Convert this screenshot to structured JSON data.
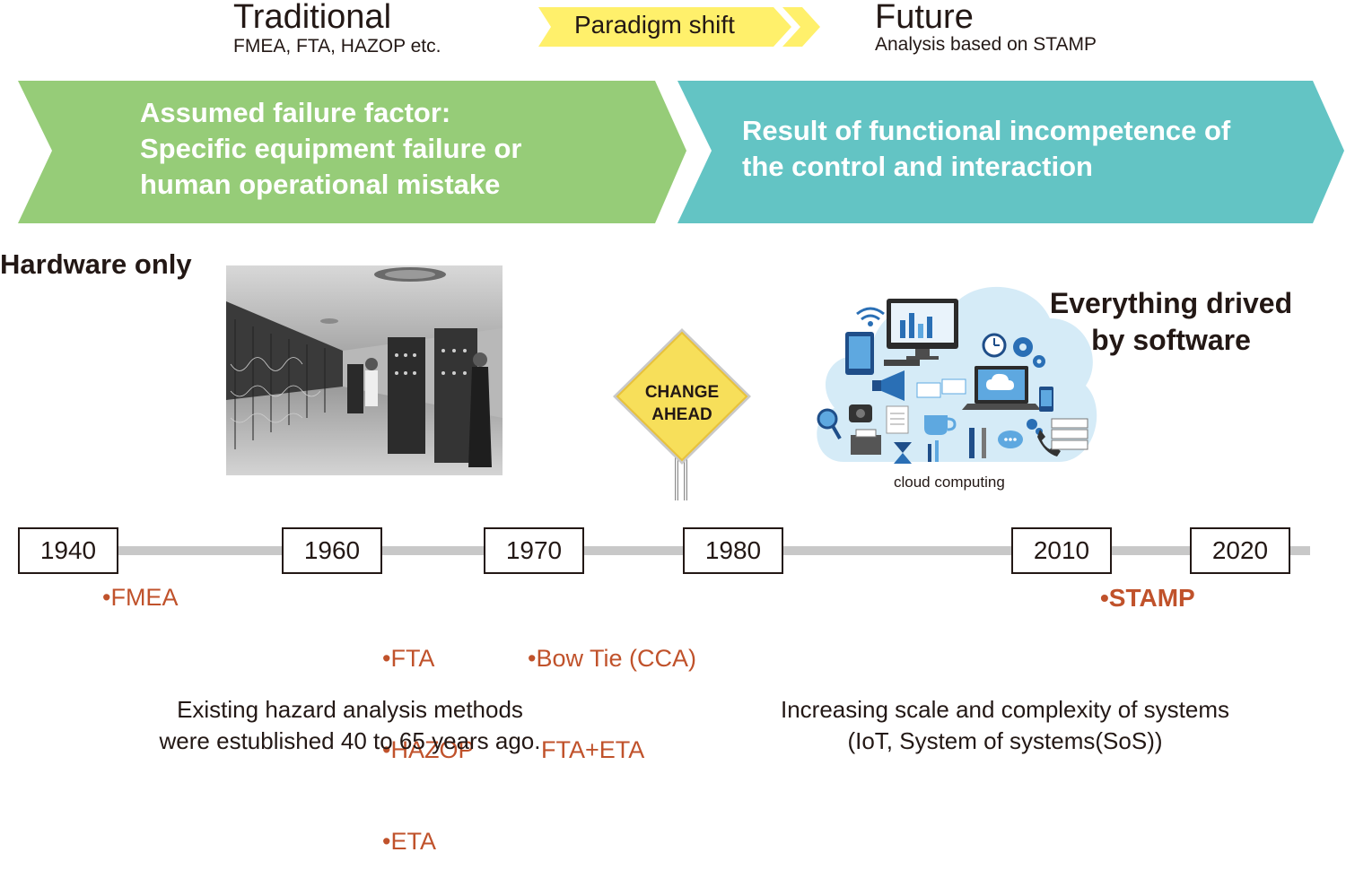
{
  "header": {
    "traditional_title": "Traditional",
    "traditional_sub": "FMEA, FTA, HAZOP etc.",
    "shift_label": "Paradigm shift",
    "future_title": "Future",
    "future_sub": "Analysis based on STAMP"
  },
  "banners": {
    "left_lines": [
      "Assumed failure factor:",
      "Specific equipment failure or",
      "human operational mistake"
    ],
    "right_lines": [
      "Result of functional incompetence of",
      "the control and interaction"
    ]
  },
  "labels": {
    "hardware_only": "Hardware only",
    "sign_line1": "CHANGE",
    "sign_line2": "AHEAD",
    "software_line1": "Everything drived",
    "software_line2": "by software",
    "cloud_caption": "cloud computing"
  },
  "timeline": {
    "years": [
      "1940",
      "1960",
      "1970",
      "1980",
      "2010",
      "2020"
    ]
  },
  "methods": {
    "m1940": "•FMEA",
    "m1960": [
      "•FTA",
      "•HAZOP",
      "•ETA"
    ],
    "m1970": [
      "•Bow Tie (CCA)",
      "  FTA+ETA"
    ],
    "m2010": "•STAMP"
  },
  "captions": {
    "left": [
      "Existing hazard analysis methods",
      "were estublished 40 to 65 years ago."
    ],
    "right": [
      "Increasing scale and complexity of systems",
      "(IoT, System of systems(SoS))"
    ]
  },
  "colors": {
    "green_banner": "#96cc78",
    "teal_banner": "#63c4c4",
    "shift_yellow": "#fff06b",
    "method_text": "#c0522b",
    "timeline_bar": "#c8c8c8",
    "sign_yellow": "#f7df5a"
  }
}
